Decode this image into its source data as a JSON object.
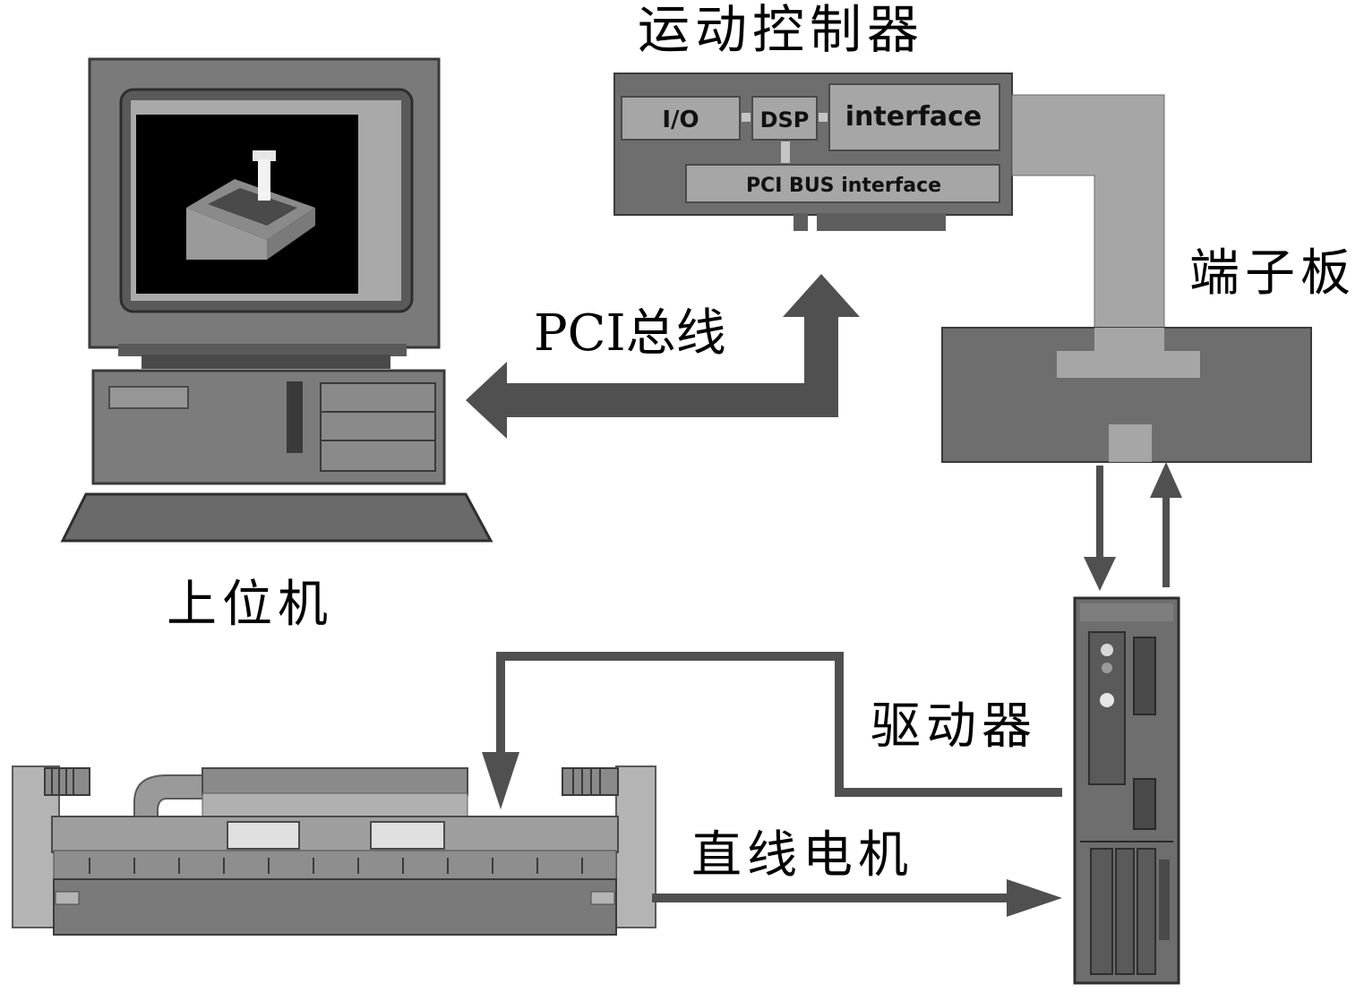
{
  "labels": {
    "motion_controller": "运动控制器",
    "terminal_board": "端子板",
    "pci_bus": "PCI总线",
    "host_computer": "上位机",
    "driver": "驱动器",
    "linear_motor": "直线电机"
  },
  "card": {
    "io": "I/O",
    "dsp": "DSP",
    "interface": "interface",
    "pci_bus_interface": "PCI BUS interface"
  },
  "colors": {
    "arrow": "#505050",
    "device_dark": "#6e6e6e",
    "device_light": "#a6a6a6",
    "screen": "#000000"
  }
}
